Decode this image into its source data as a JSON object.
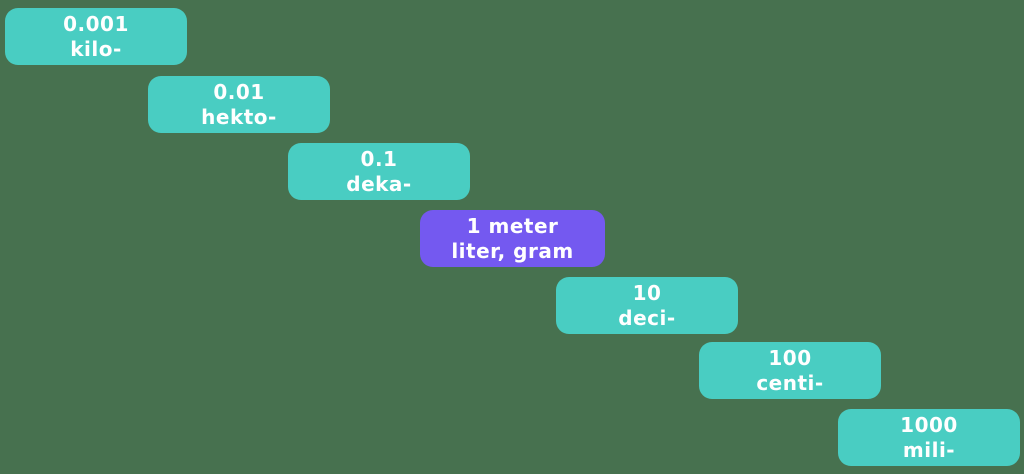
{
  "colors": {
    "background": "#47714F",
    "step": "#49CDC2",
    "base_unit": "#7459F0",
    "text": "#FFFFFF"
  },
  "steps": [
    {
      "value": "0.001",
      "label": "kilo-"
    },
    {
      "value": "0.01",
      "label": "hekto-"
    },
    {
      "value": "0.1",
      "label": "deka-"
    },
    {
      "value": "1 meter",
      "label": "liter, gram",
      "highlight": true
    },
    {
      "value": "10",
      "label": "deci-"
    },
    {
      "value": "100",
      "label": "centi-"
    },
    {
      "value": "1000",
      "label": "mili-"
    }
  ]
}
